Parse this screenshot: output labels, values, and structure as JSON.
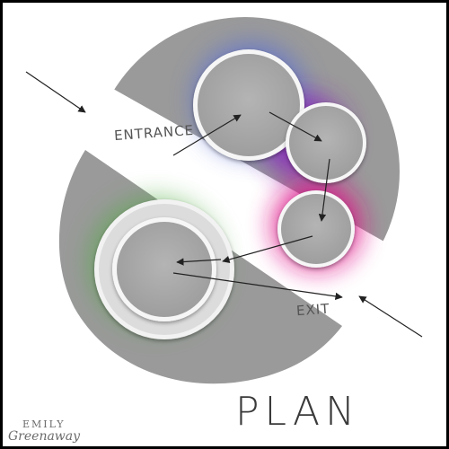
{
  "labels": {
    "entrance": "ENTRANCE",
    "exit": "EXIT",
    "title": "PLAN"
  },
  "signature": {
    "line1": "EMILY",
    "line2": "Greenaway"
  },
  "colors": {
    "background": "#ffffff",
    "border": "#000000",
    "floor": "#9a9a9a",
    "room": "#a8a8a8",
    "room_rim": "#f4f4f4",
    "arrow": "#222222",
    "glow_blue": "#5b6fd6",
    "glow_purple": "#8a2fb8",
    "glow_magenta": "#e0148a",
    "glow_green": "#4caa3a"
  },
  "rooms": [
    {
      "name": "room-large-top",
      "glow": "blue"
    },
    {
      "name": "room-medium-right",
      "glow": "purple"
    },
    {
      "name": "room-small-right",
      "glow": "magenta"
    },
    {
      "name": "room-large-bottom-left",
      "glow": "green"
    }
  ]
}
